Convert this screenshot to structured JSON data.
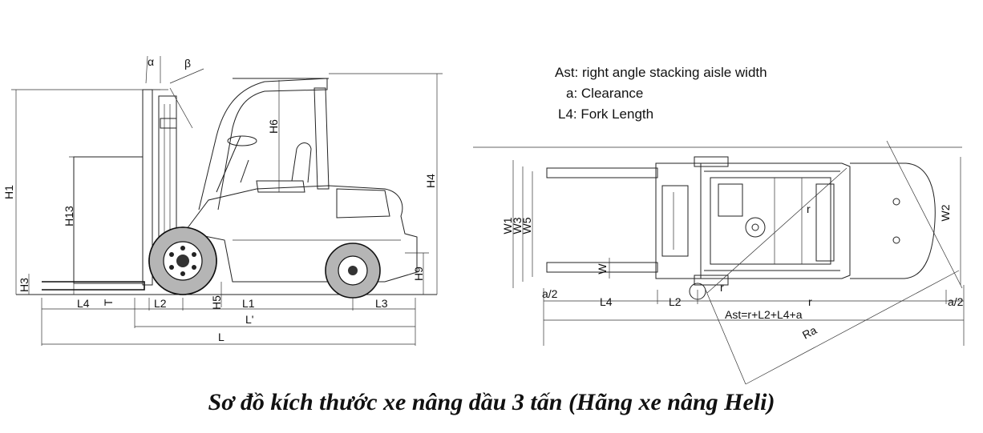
{
  "caption": "Sơ đồ kích thước xe nâng dầu 3 tấn (Hãng xe nâng Heli)",
  "legend": [
    "Ast: right angle stacking aisle width",
    "a: Clearance",
    "L4:  Fork Length"
  ],
  "side_view": {
    "angles": {
      "alpha": "α",
      "beta": "β"
    },
    "labels": {
      "H1": "H1",
      "H13": "H13",
      "H3": "H3",
      "H6": "H6",
      "H4": "H4",
      "H9": "H9",
      "H5": "H5",
      "L4": "L4",
      "T": "T",
      "L2": "L2",
      "L1": "L1",
      "L3": "L3",
      "Lprime": "L'",
      "L": "L"
    }
  },
  "top_view": {
    "labels": {
      "W1": "W1",
      "W3": "W3",
      "W5": "W5",
      "W": "W",
      "W2": "W2",
      "a2_left": "a/2",
      "a2_right": "a/2",
      "L4": "L4",
      "L2": "L2",
      "r_inner": "r",
      "r_mid": "r",
      "r_bottom": "r",
      "Ast": "Ast=r+L2+L4+a",
      "Ra": "Ra"
    }
  }
}
